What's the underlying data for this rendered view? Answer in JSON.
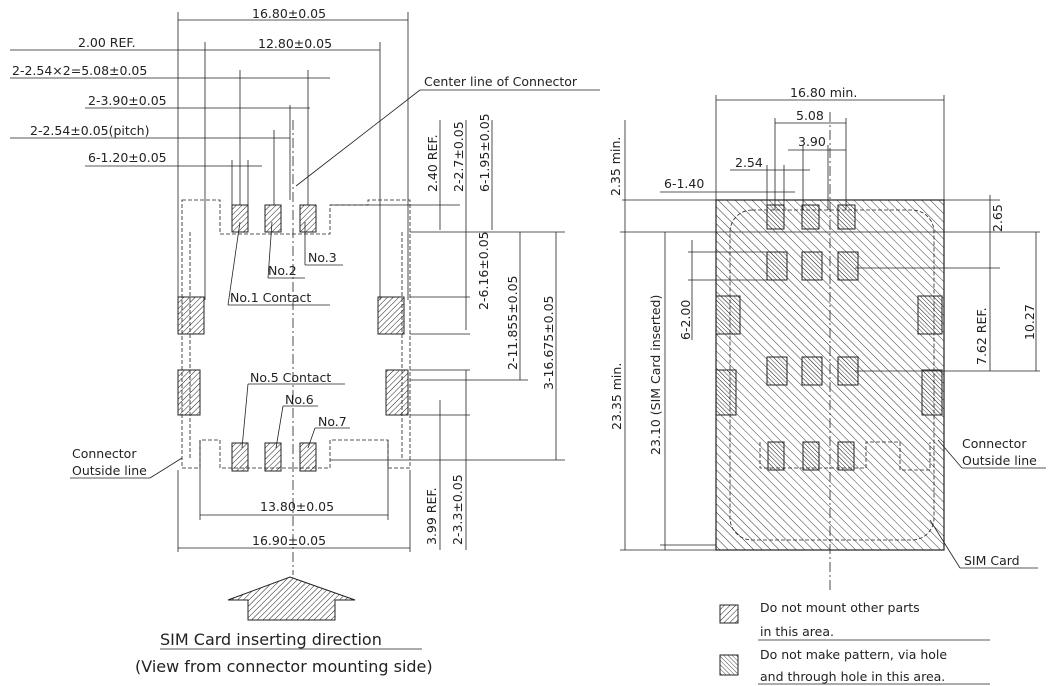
{
  "left_view": {
    "dims": {
      "width_total": "16.80±0.05",
      "ref_200": "2.00 REF.",
      "width_inner": "12.80±0.05",
      "pitch_x2": "2-2.54×2=5.08±0.05",
      "w_390": "2-3.90±0.05",
      "pitch": "2-2.54±0.05(pitch)",
      "contact_w": "6-1.20±0.05",
      "ref_240": "2.40 REF.",
      "dim_27": "2-2.7±0.05",
      "dim_195": "6-1.95±0.05",
      "dim_616": "2-6.16±0.05",
      "dim_11855": "2-11.855±0.05",
      "dim_16675": "3-16.675±0.05",
      "ref_399": "3.99 REF.",
      "dim_33": "2-3.3±0.05",
      "width_1380": "13.80±0.05",
      "width_1690": "16.90±0.05"
    },
    "labels": {
      "center_line": "Center line of Connector",
      "no1": "No.1 Contact",
      "no2": "No.2",
      "no3": "No.3",
      "no5": "No.5 Contact",
      "no6": "No.6",
      "no7": "No.7",
      "connector_outside_1": "Connector",
      "connector_outside_2": "Outside line"
    },
    "direction_label": "SIM Card inserting direction",
    "view_label": "(View from connector mounting side)"
  },
  "right_view": {
    "dims": {
      "min_1680": "16.80 min.",
      "d508": "5.08",
      "d390": "3.90",
      "d254": "2.54",
      "d140": "6-1.40",
      "min_235": "2.35 min.",
      "d265": "2.65",
      "d200": "6-2.00",
      "ref_762": "7.62 REF.",
      "d1027": "10.27",
      "min_2335": "23.35 min.",
      "d2310": "23.10 (SIM Card inserted)"
    },
    "labels": {
      "connector_outside_1": "Connector",
      "connector_outside_2": "Outside line",
      "sim_card": "SIM Card"
    }
  },
  "legend": {
    "item1_line1": "Do not mount other parts",
    "item1_line2": "in this area.",
    "item2_line1": "Do not make pattern, via hole",
    "item2_line2": "and through hole in this area."
  }
}
